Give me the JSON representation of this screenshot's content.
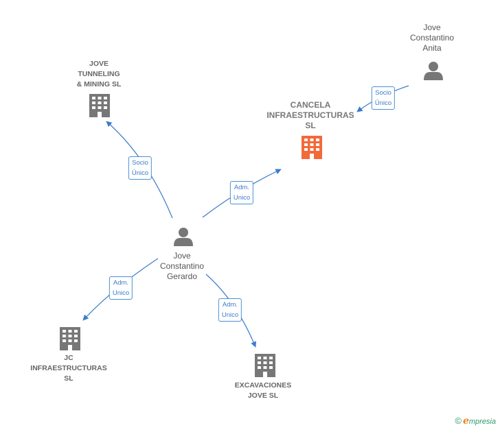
{
  "nodes": {
    "jove_tunneling": {
      "lines": [
        "JOVE",
        "TUNNELING",
        "& MINING SL"
      ],
      "kind": "company"
    },
    "cancela": {
      "lines": [
        "CANCELA",
        "INFRAESTRUCTURAS",
        "SL"
      ],
      "kind": "company-focus"
    },
    "anita": {
      "lines": [
        "Jove",
        "Constantino",
        "Anita"
      ],
      "kind": "person"
    },
    "gerardo": {
      "lines": [
        "Jove",
        "Constantino",
        "Gerardo"
      ],
      "kind": "person"
    },
    "jc_infra": {
      "lines": [
        "JC",
        "INFRAESTRUCTURAS",
        "SL"
      ],
      "kind": "company"
    },
    "excavaciones": {
      "lines": [
        "EXCAVACIONES",
        "JOVE SL"
      ],
      "kind": "company"
    }
  },
  "edges": [
    {
      "id": "gerardo-tunneling",
      "lines": [
        "Socio",
        "Único"
      ]
    },
    {
      "id": "gerardo-cancela",
      "lines": [
        "Adm.",
        "Unico"
      ]
    },
    {
      "id": "anita-cancela",
      "lines": [
        "Socio",
        "Único"
      ]
    },
    {
      "id": "gerardo-jc",
      "lines": [
        "Adm.",
        "Unico"
      ]
    },
    {
      "id": "gerardo-excavaciones",
      "lines": [
        "Adm.",
        "Unico"
      ]
    }
  ],
  "colors": {
    "edge": "#3b7cc6",
    "company_icon": "#777777",
    "focus_icon": "#f26a3a",
    "person_icon": "#777777"
  },
  "brand": {
    "copyright": "©",
    "initial": "e",
    "rest": "mpresia"
  }
}
